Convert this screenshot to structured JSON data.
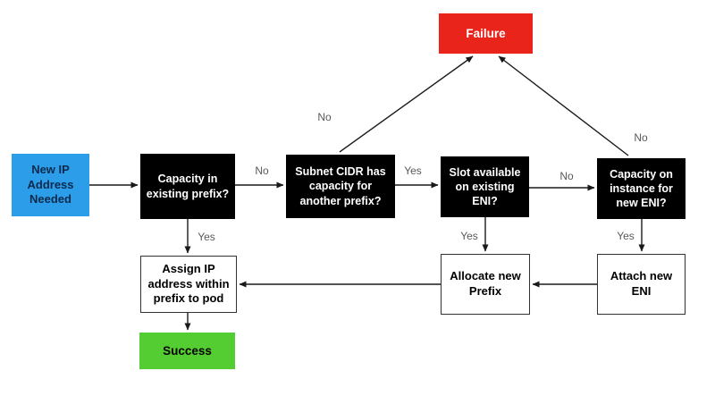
{
  "diagram": {
    "type": "flowchart",
    "nodes": {
      "new_ip": {
        "label": "New IP Address Needed",
        "kind": "start",
        "color": "#2b9de9",
        "text_color": "#0d2a4d"
      },
      "capacity_prefix": {
        "label": "Capacity in existing prefix?",
        "kind": "decision",
        "color": "#000000",
        "text_color": "#ffffff"
      },
      "subnet_cidr": {
        "label": "Subnet CIDR has capacity for another prefix?",
        "kind": "decision",
        "color": "#000000",
        "text_color": "#ffffff"
      },
      "slot_eni": {
        "label": "Slot available on existing ENI?",
        "kind": "decision",
        "color": "#000000",
        "text_color": "#ffffff"
      },
      "capacity_eni": {
        "label": "Capacity on instance for new ENI?",
        "kind": "decision",
        "color": "#000000",
        "text_color": "#ffffff"
      },
      "failure": {
        "label": "Failure",
        "kind": "end",
        "color": "#e9241b",
        "text_color": "#ffffff"
      },
      "assign_ip": {
        "label": "Assign IP address within prefix to pod",
        "kind": "action",
        "color": "#ffffff",
        "text_color": "#000000"
      },
      "allocate_prefix": {
        "label": "Allocate new Prefix",
        "kind": "action",
        "color": "#ffffff",
        "text_color": "#000000"
      },
      "attach_eni": {
        "label": "Attach new ENI",
        "kind": "action",
        "color": "#ffffff",
        "text_color": "#000000"
      },
      "success": {
        "label": "Success",
        "kind": "end",
        "color": "#54cd33",
        "text_color": "#000000"
      }
    },
    "edges": {
      "new_to_capacity": {
        "from": "new_ip",
        "to": "capacity_prefix",
        "label": ""
      },
      "capacity_no": {
        "from": "capacity_prefix",
        "to": "subnet_cidr",
        "label": "No"
      },
      "capacity_yes": {
        "from": "capacity_prefix",
        "to": "assign_ip",
        "label": "Yes"
      },
      "subnet_yes": {
        "from": "subnet_cidr",
        "to": "slot_eni",
        "label": "Yes"
      },
      "subnet_no": {
        "from": "subnet_cidr",
        "to": "failure",
        "label": "No"
      },
      "slot_no": {
        "from": "slot_eni",
        "to": "capacity_eni",
        "label": "No"
      },
      "slot_yes": {
        "from": "slot_eni",
        "to": "allocate_prefix",
        "label": "Yes"
      },
      "capacity_eni_no": {
        "from": "capacity_eni",
        "to": "failure",
        "label": "No"
      },
      "capacity_eni_yes": {
        "from": "capacity_eni",
        "to": "attach_eni",
        "label": "Yes"
      },
      "attach_to_allocate": {
        "from": "attach_eni",
        "to": "allocate_prefix",
        "label": ""
      },
      "allocate_to_assign": {
        "from": "allocate_prefix",
        "to": "assign_ip",
        "label": ""
      },
      "assign_to_success": {
        "from": "assign_ip",
        "to": "success",
        "label": ""
      }
    },
    "colors": {
      "arrow": "#1a1a1a",
      "edge_label": "#595959",
      "background": "#ffffff"
    }
  }
}
